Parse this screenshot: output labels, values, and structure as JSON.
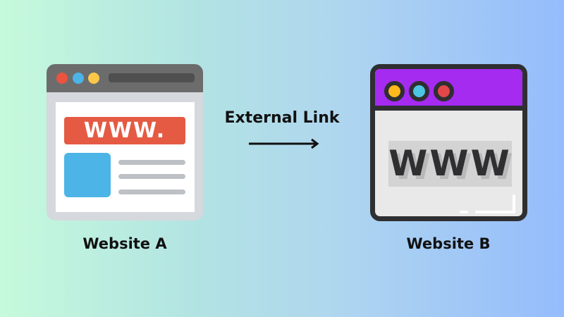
{
  "diagram": {
    "type": "link-flow",
    "background": {
      "gradient_left": "#c6fadc",
      "gradient_mid": "#afd6ef",
      "gradient_right": "#95bcfc"
    },
    "website_a": {
      "label": "Website A",
      "banner_text": "WWW.",
      "titlebar_color": "#6c6c6d",
      "dots": [
        {
          "color": "#e9533f"
        },
        {
          "color": "#4cb4e6"
        },
        {
          "color": "#fbc849"
        }
      ],
      "banner_color": "#e55a43",
      "thumbnail_color": "#4cb4e6",
      "text_lines": 3
    },
    "connector": {
      "label": "External Link",
      "direction": "A-to-B",
      "icon": "arrow-right-icon"
    },
    "website_b": {
      "label": "Website B",
      "box_text": "WWW",
      "titlebar_color": "#a52bf0",
      "dots": [
        {
          "color": "#fdb81d"
        },
        {
          "color": "#4dc6e2"
        },
        {
          "color": "#e2474a"
        }
      ]
    }
  }
}
